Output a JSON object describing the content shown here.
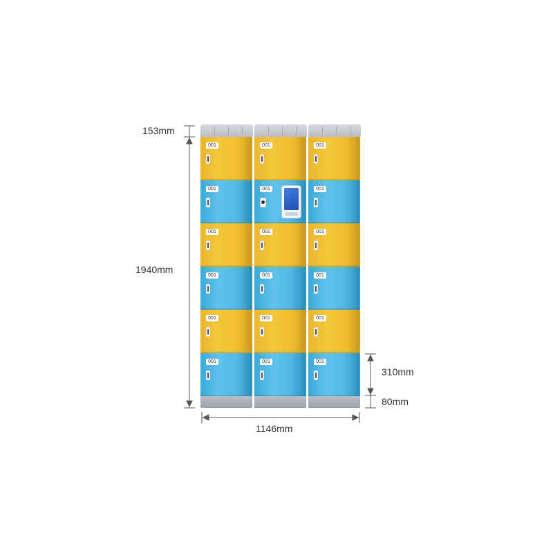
{
  "dimensions": {
    "roof_height": "153mm",
    "total_height": "1940mm",
    "compartment_height": "310mm",
    "base_height": "80mm",
    "width": "1146mm"
  },
  "locker": {
    "columns": 3,
    "rows": 6,
    "compartment_number": "001",
    "row_colors": [
      "yellow",
      "blue",
      "yellow",
      "blue",
      "yellow",
      "blue"
    ],
    "colors": {
      "yellow": "#f4c63a",
      "blue": "#5fc3ec",
      "frame": "#b9bdc4",
      "dimension_line": "#555555"
    },
    "control_unit": {
      "column": 1,
      "row": 1,
      "icon": "touchscreen-icon"
    }
  }
}
